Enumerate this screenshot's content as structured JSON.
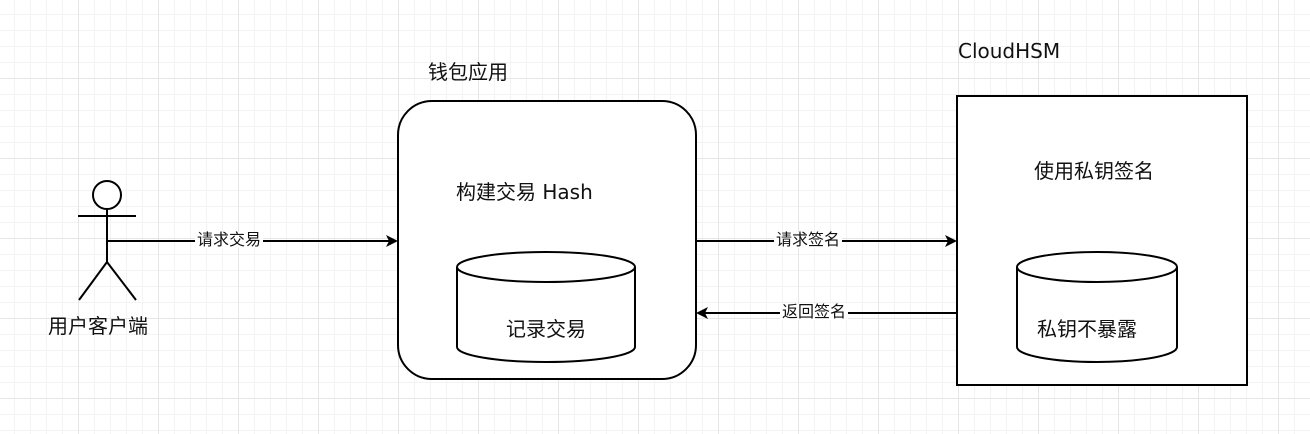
{
  "actor": {
    "label": "用户客户端"
  },
  "wallet": {
    "title": "钱包应用",
    "inner_label": "构建交易 Hash",
    "db_label": "记录交易"
  },
  "cloudhsm": {
    "title": "CloudHSM",
    "inner_label": "使用私钥签名",
    "db_label": "私钥不暴露"
  },
  "edges": {
    "request_tx": "请求交易",
    "request_sign": "请求签名",
    "return_sign": "返回签名"
  }
}
